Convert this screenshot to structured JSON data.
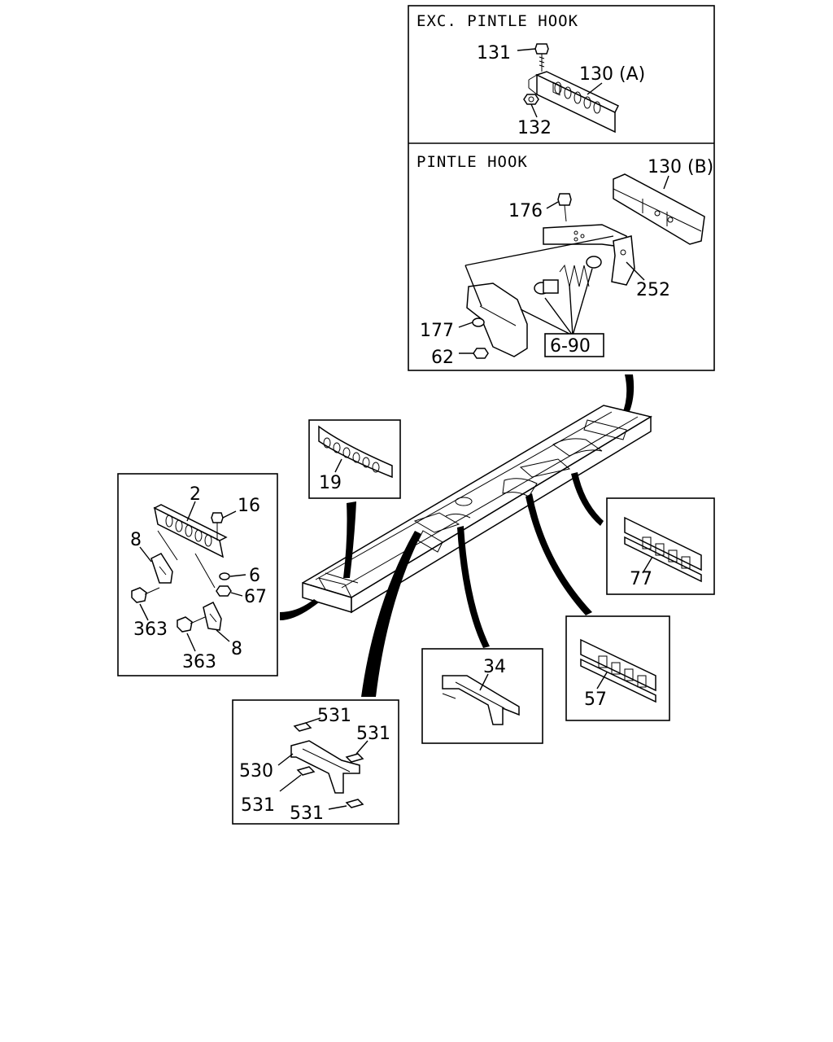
{
  "panels": {
    "exc_pintle": {
      "title": "EXC. PINTLE HOOK",
      "labels": [
        "131",
        "130 (A)",
        "132"
      ]
    },
    "pintle": {
      "title": "PINTLE HOOK",
      "labels": [
        "130 (B)",
        "176",
        "252",
        "177",
        "62"
      ],
      "ref": "6-90"
    },
    "rear_member": {
      "labels": [
        "2",
        "16",
        "8",
        "6",
        "67",
        "363",
        "363",
        "8"
      ]
    },
    "front_member": {
      "labels": [
        "19"
      ]
    },
    "member_77": {
      "labels": [
        "77"
      ]
    },
    "member_57": {
      "labels": [
        "57"
      ]
    },
    "member_34": {
      "labels": [
        "34"
      ]
    },
    "member_530": {
      "labels": [
        "531",
        "531",
        "530",
        "531",
        "531"
      ]
    }
  }
}
